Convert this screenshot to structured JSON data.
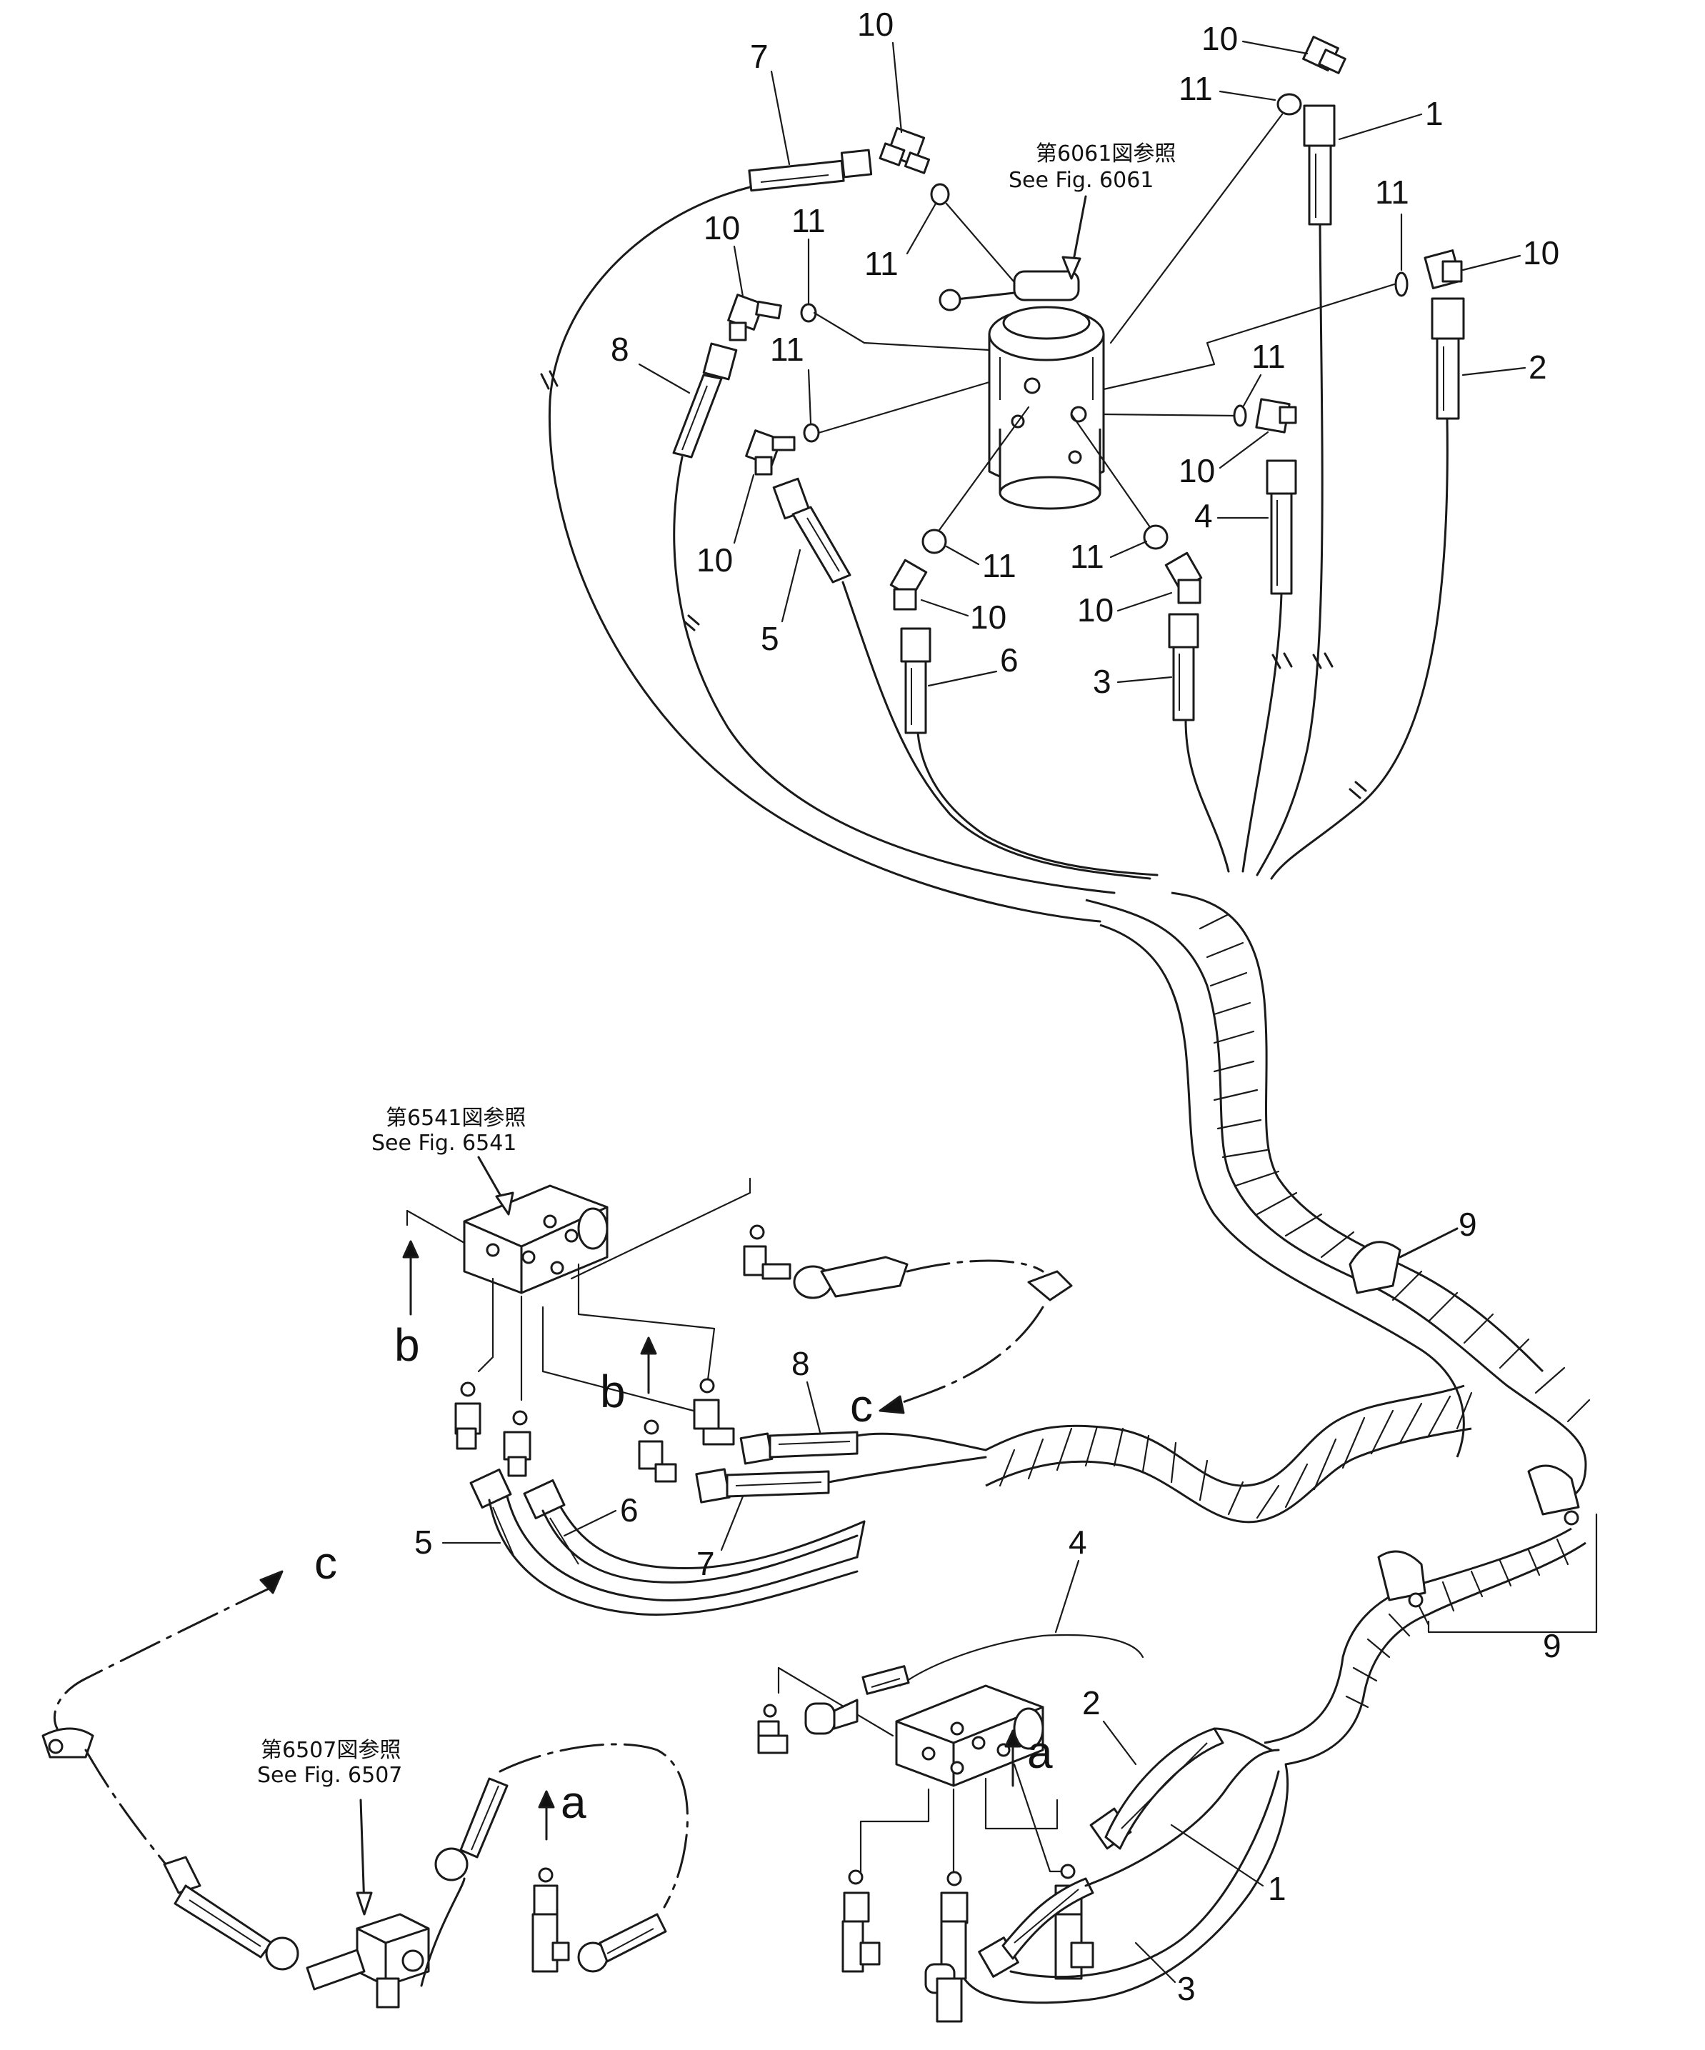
{
  "references": {
    "fig6061_jp": "第6061図参照",
    "fig6061_en": "See Fig. 6061",
    "fig6541_jp": "第6541図参照",
    "fig6541_en": "See Fig. 6541",
    "fig6507_jp": "第6507図参照",
    "fig6507_en": "See Fig. 6507"
  },
  "connectors": {
    "a": "a",
    "b": "b",
    "c": "c"
  },
  "part_numbers": {
    "p1": "1",
    "p2": "2",
    "p3": "3",
    "p4": "4",
    "p5": "5",
    "p6": "6",
    "p7": "7",
    "p8": "8",
    "p9": "9",
    "p10": "10",
    "p11": "11"
  }
}
